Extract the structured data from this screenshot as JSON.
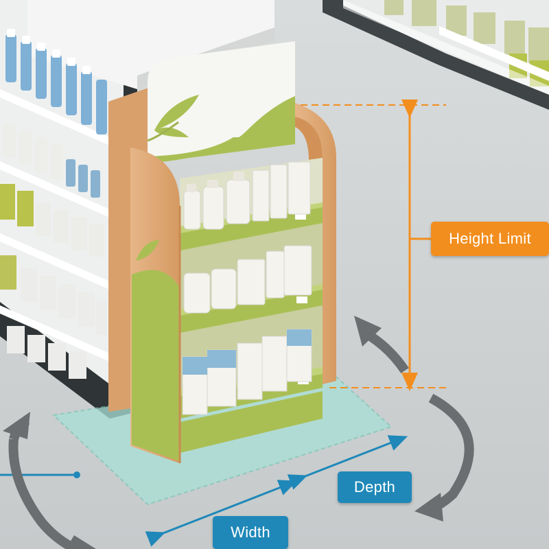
{
  "labels": {
    "height_limit": "Height Limit",
    "depth": "Depth",
    "width": "Width"
  },
  "colors": {
    "height_accent": "#f28e1e",
    "dimension_accent": "#1f88b9",
    "rotate_arrow": "#6a6e70",
    "footprint": "#a8e0d6",
    "display_green": "#a9bf54",
    "display_wood": "#e0ab78"
  },
  "icons": [
    "leaf-icon",
    "rotate-arrow-icon"
  ]
}
